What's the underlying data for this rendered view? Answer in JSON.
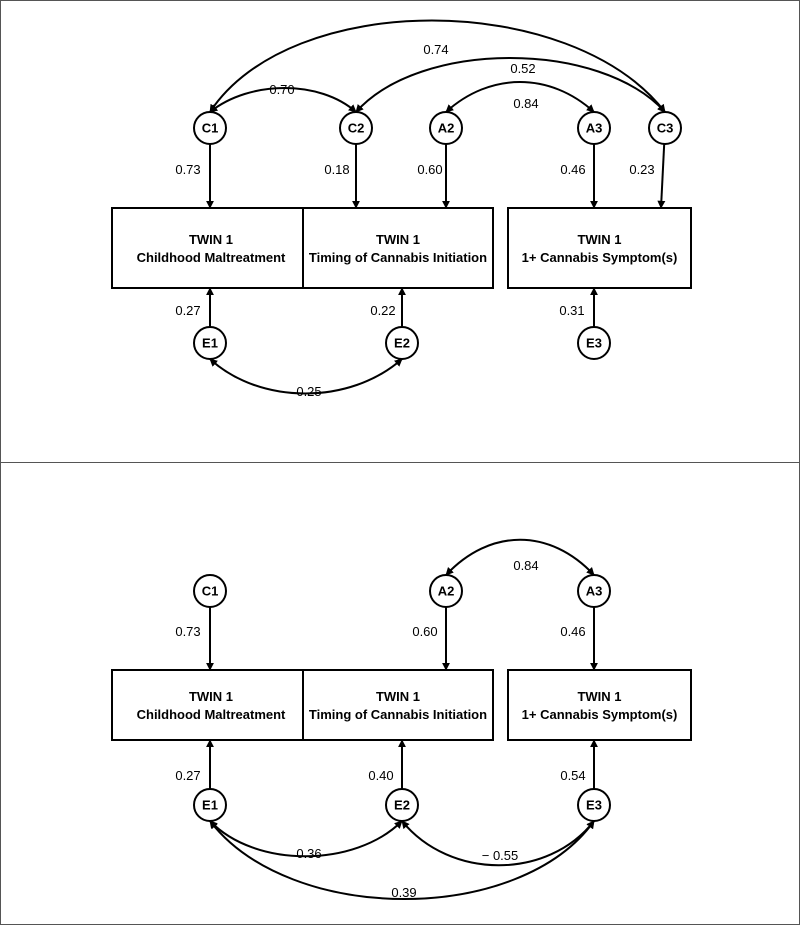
{
  "panels": [
    {
      "id": "top",
      "boxes": [
        {
          "id": "b1",
          "line1": "TWIN 1",
          "line2": "Childhood Maltreatment"
        },
        {
          "id": "b2",
          "line1": "TWIN 1",
          "line2": "Timing of Cannabis Initiation"
        },
        {
          "id": "b3",
          "line1": "TWIN 1",
          "line2": "1+ Cannabis Symptom(s)"
        }
      ],
      "nodes": [
        {
          "id": "C1",
          "label": "C1"
        },
        {
          "id": "C2",
          "label": "C2"
        },
        {
          "id": "A2",
          "label": "A2"
        },
        {
          "id": "A3",
          "label": "A3"
        },
        {
          "id": "C3",
          "label": "C3"
        },
        {
          "id": "E1",
          "label": "E1"
        },
        {
          "id": "E2",
          "label": "E2"
        },
        {
          "id": "E3",
          "label": "E3"
        }
      ],
      "paths": [
        {
          "from": "C1",
          "to": "b1",
          "coef": "0.73"
        },
        {
          "from": "C2",
          "to": "b2",
          "coef": "0.18"
        },
        {
          "from": "A2",
          "to": "b2",
          "coef": "0.60"
        },
        {
          "from": "A3",
          "to": "b3",
          "coef": "0.46"
        },
        {
          "from": "C3",
          "to": "b3",
          "coef": "0.23"
        },
        {
          "from": "E1",
          "to": "b1",
          "coef": "0.27"
        },
        {
          "from": "E2",
          "to": "b2",
          "coef": "0.22"
        },
        {
          "from": "E3",
          "to": "b3",
          "coef": "0.31"
        }
      ],
      "correlations": [
        {
          "a": "C1",
          "b": "C3",
          "coef": "0.74"
        },
        {
          "a": "C1",
          "b": "C2",
          "coef": "0.70"
        },
        {
          "a": "C2",
          "b": "C3",
          "coef": "0.52"
        },
        {
          "a": "A2",
          "b": "A3",
          "coef": "0.84"
        },
        {
          "a": "E1",
          "b": "E2",
          "coef": "0.25"
        }
      ]
    },
    {
      "id": "bottom",
      "boxes": [
        {
          "id": "b1",
          "line1": "TWIN 1",
          "line2": "Childhood Maltreatment"
        },
        {
          "id": "b2",
          "line1": "TWIN 1",
          "line2": "Timing of Cannabis Initiation"
        },
        {
          "id": "b3",
          "line1": "TWIN 1",
          "line2": "1+ Cannabis Symptom(s)"
        }
      ],
      "nodes": [
        {
          "id": "C1",
          "label": "C1"
        },
        {
          "id": "A2",
          "label": "A2"
        },
        {
          "id": "A3",
          "label": "A3"
        },
        {
          "id": "E1",
          "label": "E1"
        },
        {
          "id": "E2",
          "label": "E2"
        },
        {
          "id": "E3",
          "label": "E3"
        }
      ],
      "paths": [
        {
          "from": "C1",
          "to": "b1",
          "coef": "0.73"
        },
        {
          "from": "A2",
          "to": "b2",
          "coef": "0.60"
        },
        {
          "from": "A3",
          "to": "b3",
          "coef": "0.46"
        },
        {
          "from": "E1",
          "to": "b1",
          "coef": "0.27"
        },
        {
          "from": "E2",
          "to": "b2",
          "coef": "0.40"
        },
        {
          "from": "E3",
          "to": "b3",
          "coef": "0.54"
        }
      ],
      "correlations": [
        {
          "a": "A2",
          "b": "A3",
          "coef": "0.84"
        },
        {
          "a": "E1",
          "b": "E2",
          "coef": "0.36"
        },
        {
          "a": "E2",
          "b": "E3",
          "coef": "− 0.55"
        },
        {
          "a": "E1",
          "b": "E3",
          "coef": "0.39"
        }
      ]
    }
  ]
}
